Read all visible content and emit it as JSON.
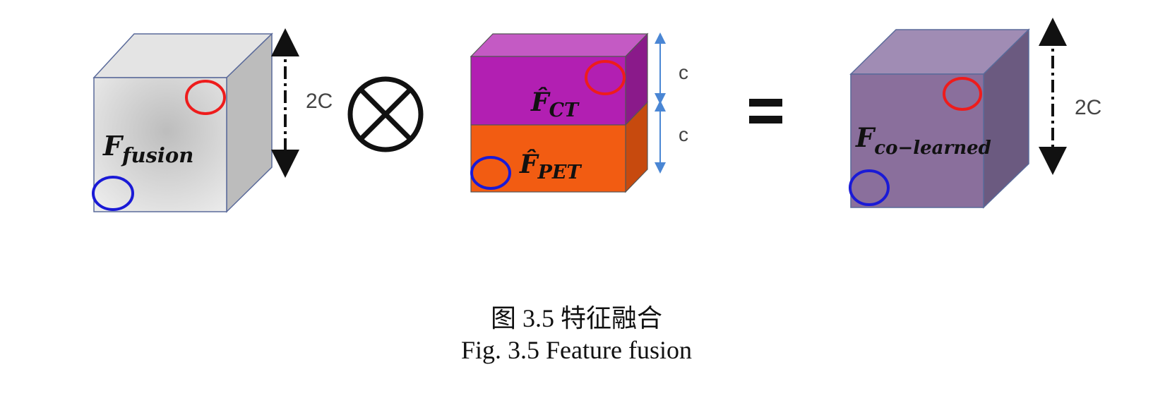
{
  "fusion_cube": {
    "symbol": "F",
    "subscript": "fusion",
    "dimension": "2C"
  },
  "operator_multiply": "⊗",
  "stacked_block": {
    "top": {
      "symbol": "F̂",
      "subscript": "CT",
      "dimension": "c"
    },
    "bottom": {
      "symbol": "F̂",
      "subscript": "PET",
      "dimension": "c"
    }
  },
  "operator_equals": "=",
  "colearned_cube": {
    "symbol": "F",
    "subscript": "co−learned",
    "dimension": "2C"
  },
  "caption": {
    "chinese": "图 3.5  特征融合",
    "english": "Fig. 3.5 Feature fusion"
  },
  "colors": {
    "fusion_front": "#d6d6d6",
    "ct_front": "#b21fb2",
    "pet_front": "#f25c12",
    "colearned_front": "#8a6f9c",
    "marker_red": "#ee1c1c",
    "marker_blue": "#1a1ad6",
    "arrow_blue": "#4a86d4"
  }
}
